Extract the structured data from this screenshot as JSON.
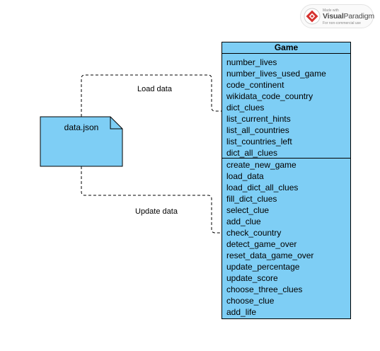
{
  "watermark": {
    "made_with": "Made with",
    "brand_bold": "Visual",
    "brand_light": "Paradigm",
    "license": "For non-commercial use"
  },
  "file": {
    "name": "data.json"
  },
  "connectors": {
    "load": "Load data",
    "update": "Update data"
  },
  "game_class": {
    "name": "Game",
    "attributes": [
      "number_lives",
      "number_lives_used_game",
      "code_continent",
      "wikidata_code_country",
      "dict_clues",
      "list_current_hints",
      "list_all_countries",
      "list_countries_left",
      "dict_all_clues"
    ],
    "operations": [
      "create_new_game",
      "load_data",
      "load_dict_all_clues",
      "fill_dict_clues",
      "select_clue",
      "add_clue",
      "check_country",
      "detect_game_over",
      "reset_data_game_over",
      "update_percentage",
      "update_score",
      "choose_three_clues",
      "choose_clue",
      "add_life"
    ]
  },
  "colors": {
    "fill": "#7ecef5",
    "stroke": "#000000"
  }
}
